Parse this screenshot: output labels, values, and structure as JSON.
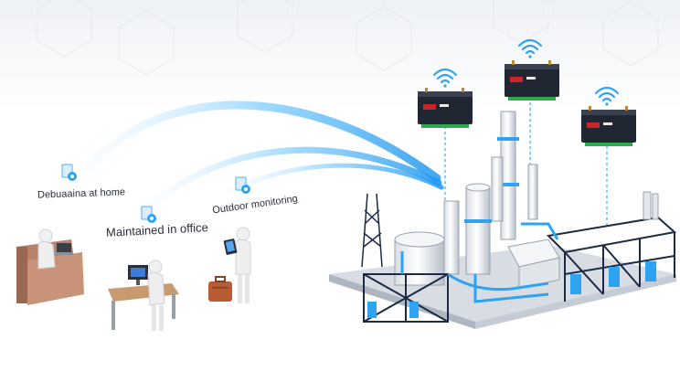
{
  "scenes": {
    "home": {
      "label": "Debuaaina at home",
      "icon": "gear-doc-icon"
    },
    "office": {
      "label": "Maintained in office",
      "icon": "gear-doc-icon"
    },
    "outdoor": {
      "label": "Outdoor monitoring",
      "icon": "gear-doc-icon"
    }
  },
  "devices": [
    {
      "icon": "wifi-icon",
      "kind": "router-module"
    },
    {
      "icon": "wifi-icon",
      "kind": "router-module"
    },
    {
      "icon": "wifi-icon",
      "kind": "router-module"
    }
  ],
  "colors": {
    "signal_blue": "#2ea3f2",
    "signal_light": "#bfe6ff",
    "steel": "#1c2a44",
    "device_red": "#c9262c",
    "device_green": "#2fa84f"
  }
}
